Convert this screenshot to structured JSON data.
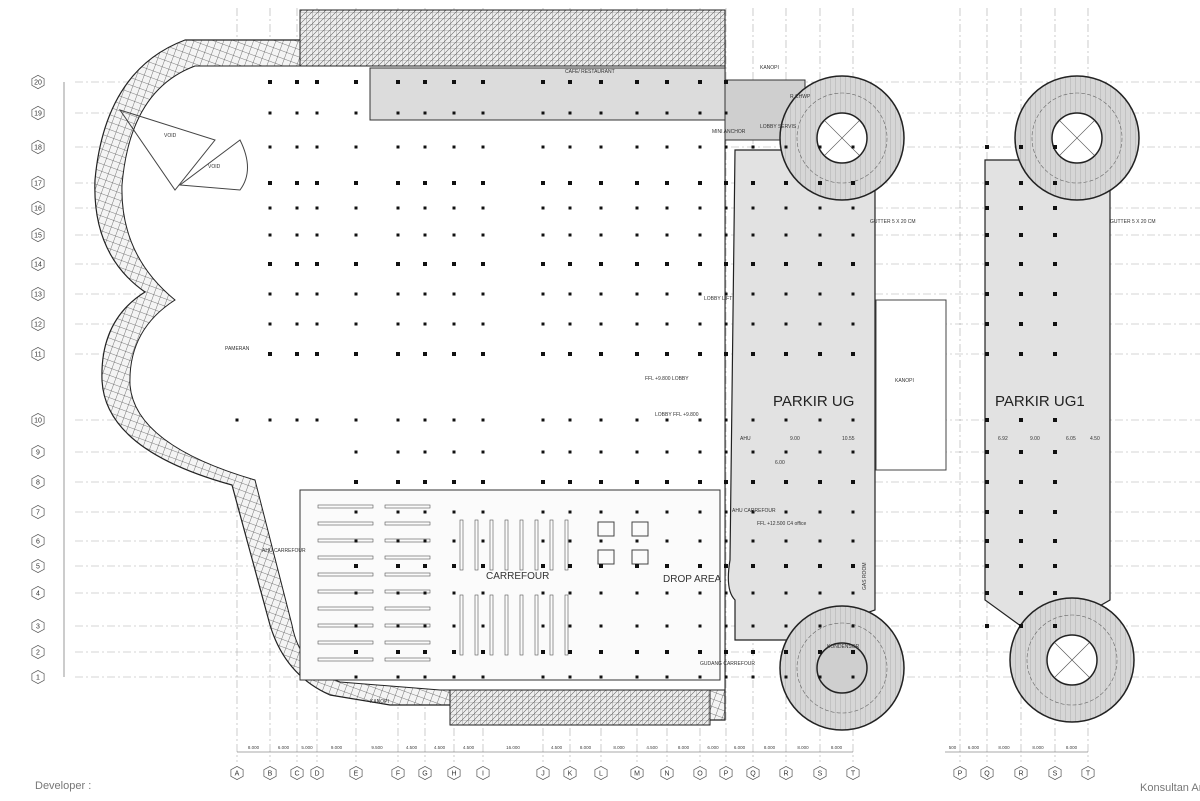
{
  "plan": {
    "column_axes_main": [
      "A",
      "B",
      "C",
      "D",
      "E",
      "F",
      "G",
      "H",
      "I",
      "J",
      "K",
      "L",
      "M",
      "N",
      "O",
      "P",
      "Q",
      "R",
      "S",
      "T"
    ],
    "column_dims_main": [
      "8.000",
      "6.000",
      "5.000",
      "9.000",
      "9.500",
      "4.500",
      "4.500",
      "4.500",
      "16.000",
      "4.500",
      "8.000",
      "8.000",
      "4.500",
      "8.000",
      "6.000",
      "6.000",
      "8.000",
      "8.000",
      "8.000"
    ],
    "column_axes_right": [
      "P",
      "Q",
      "R",
      "S",
      "T"
    ],
    "column_dims_right": [
      "500",
      "6.000",
      "8.000",
      "8.000",
      "8.000"
    ],
    "row_axes": [
      "20",
      "19",
      "18",
      "17",
      "16",
      "15",
      "14",
      "13",
      "12",
      "11",
      "10",
      "9",
      "8",
      "7",
      "6",
      "5",
      "4",
      "3",
      "2",
      "1"
    ],
    "labels": {
      "cafe": "CAFE/ RESTAURANT",
      "kanopi_top": "KANOPI",
      "rchwp": "R.CHWP",
      "mini_anchor": "MINI ANCHOR",
      "lobby_servis": "LOBBY SERVIS",
      "void1": "VOID",
      "void2": "VOID",
      "pameran": "PAMERAN",
      "lobby_lift": "LOBBY LIFT",
      "lobby1": "FFL +9.800 LOBBY",
      "lobby2": "LOBBY FFL +9.800",
      "parkir_ug": "PARKIR UG",
      "parkir_ug1": "PARKIR UG1",
      "kanopi_mid": "KANOPI",
      "ahu": "AHU",
      "ahu_carrefour_left": "AHU CARREFOUR",
      "ahu_carrefour_right": "AHU CARREFOUR",
      "carrefour": "CARREFOUR",
      "drop_area": "DROP AREA",
      "gudang": "GUDANG CARREFOUR",
      "office": "FFL +12.500 C4 office",
      "kondensor": "KONDENSOR",
      "gutter1": "GUTTER 5 X 20 CM",
      "gutter2": "GUTTER 5 X 20 CM",
      "gas_room": "GAS ROOM",
      "kanopi_bottom": "KANOPI",
      "dim_ug_a": "9.00",
      "dim_ug_b": "10.55",
      "dim_ug_c": "6.00",
      "dim_ug1_a": "6.92",
      "dim_ug1_b": "9.00",
      "dim_ug1_c": "6.05",
      "dim_ug1_d": "4.50"
    }
  },
  "footer": {
    "developer": "Developer :",
    "consultant": "Konsultan Ar"
  }
}
